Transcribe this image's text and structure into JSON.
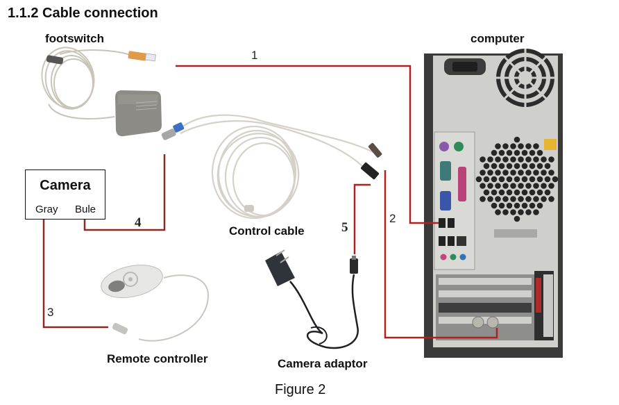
{
  "heading": "1.1.2 Cable connection",
  "caption": "Figure 2",
  "labels": {
    "footswitch": "footswitch",
    "computer": "computer",
    "control_cable": "Control cable",
    "remote_controller": "Remote controller",
    "camera_adaptor": "Camera adaptor"
  },
  "camera": {
    "title": "Camera",
    "port_left": "Gray",
    "port_right": "Bule"
  },
  "connections": [
    {
      "id": "1",
      "from": "footswitch USB plug",
      "to": "computer USB port"
    },
    {
      "id": "2",
      "from": "control cable video plug",
      "to": "computer capture card"
    },
    {
      "id": "3",
      "from": "camera Gray port",
      "to": "remote controller"
    },
    {
      "id": "4",
      "from": "camera Bule port",
      "to": "control cable connector"
    },
    {
      "id": "5",
      "from": "control cable power plug",
      "to": "camera adaptor"
    }
  ],
  "colors": {
    "connection_line": "#b0201f",
    "connection_line_dark": "#8b2a22",
    "computer_case": "#cfcfcc",
    "computer_frame": "#2b2b2b",
    "cable": "#d8d4cc",
    "adaptor": "#2e3138"
  }
}
